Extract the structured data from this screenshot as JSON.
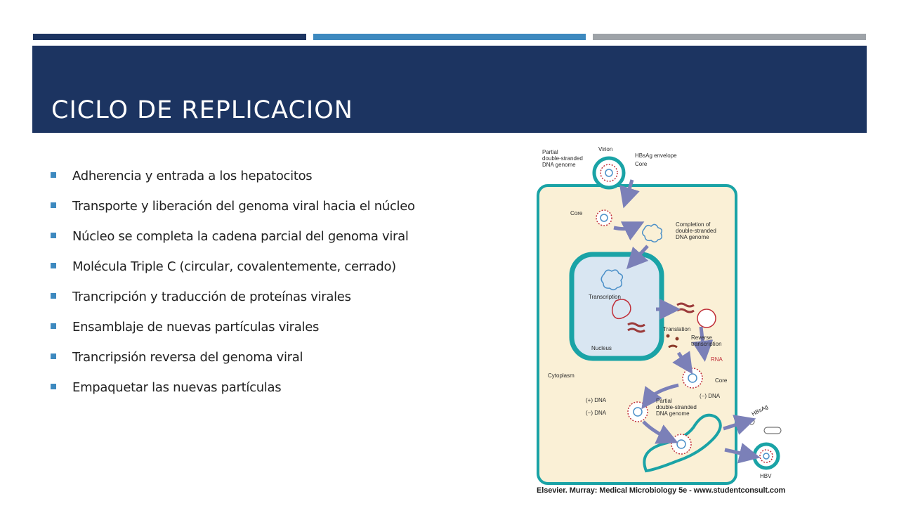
{
  "slide": {
    "title": "CICLO DE REPLICACION",
    "bullets": [
      "Adherencia y entrada a los hepatocitos",
      "Transporte y liberación del genoma viral hacia el núcleo",
      "Núcleo se completa la cadena parcial del genoma viral",
      "Molécula Triple C (circular, covalentemente, cerrado)",
      "Trancripción y traducción de proteínas virales",
      "Ensamblaje de nuevas partículas virales",
      "Trancripsión reversa del genoma viral",
      "Empaquetar las nuevas partículas"
    ],
    "colors": {
      "navy": "#1c3461",
      "blue": "#3d89bf",
      "gray": "#9ea3a8"
    }
  },
  "figure": {
    "labels": {
      "partial_line1": "Partial",
      "partial_line2": "double-stranded",
      "partial_line3": "DNA genome",
      "virion": "Virion",
      "envelope": "HBsAg envelope",
      "core_top": "Core",
      "core_left": "Core",
      "completion_line1": "Completion of",
      "completion_line2": "double-stranded",
      "completion_line3": "DNA genome",
      "transcription": "Transcription",
      "translation": "Translation",
      "reverse_line1": "Reverse",
      "reverse_line2": "transcription",
      "nucleus": "Nucleus",
      "rna": "RNA",
      "core_mid": "Core",
      "cytoplasm": "Cytoplasm",
      "minus_dna_mid": "(−) DNA",
      "plus_dna": "(+) DNA",
      "minus_dna": "(−) DNA",
      "partial2_line1": "Partial",
      "partial2_line2": "double-stranded",
      "partial2_line3": "DNA genome",
      "hbsag": "HBsAg",
      "hbv": "HBV"
    },
    "credit": "Elsevier. Murray: Medical Microbiology 5e - www.studentconsult.com"
  }
}
